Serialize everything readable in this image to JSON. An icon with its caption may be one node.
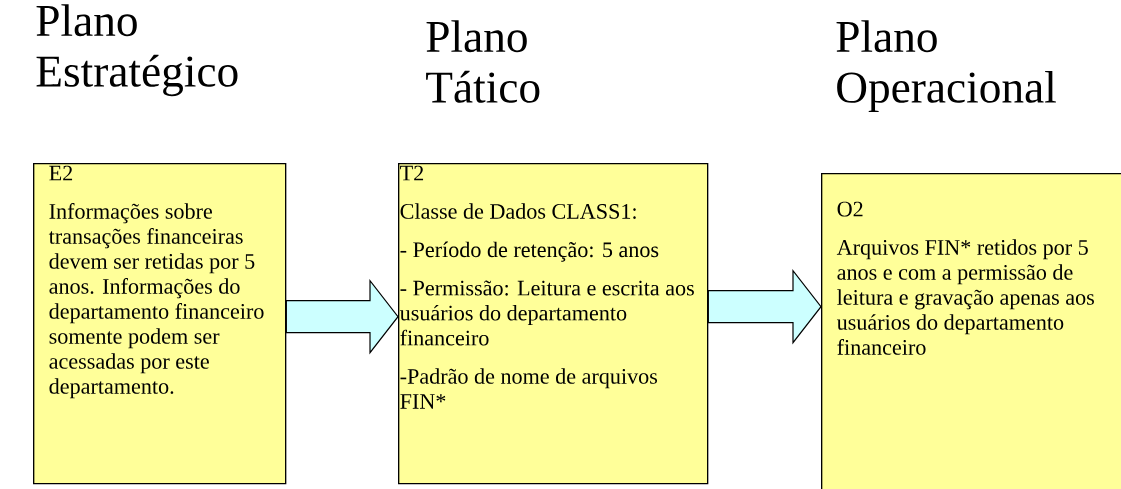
{
  "diagram": {
    "nodes": [
      {
        "text": [
          "E2",
          "Informações sobre transações financeiras devem ser retidas por 5 anos. Informações do departamento financeiro somente podem ser acessadas por este departamento."
        ]
      },
      {
        "text": [
          "T2",
          "Classe de Dados CLASS1:",
          "- Período de retenção: 5 anos",
          "- Permissão: Leitura e escrita aos usuários do departamento financeiro",
          "-Padrão de nome de arquivos FIN*"
        ]
      },
      {
        "text": [
          "O2",
          "Arquivos FIN* retidos por 5 anos e com a permissão de leitura e gravação apenas aos usuários do departamento financeiro"
        ]
      }
    ],
    "edges": [
      {
        "from": 0,
        "to": 1,
        "arrow": "to"
      },
      {
        "from": 1,
        "to": 2,
        "arrow": "to"
      }
    ],
    "labels": [
      "Plano Estratégico",
      "Plano Tático",
      "Plano Operacional"
    ]
  }
}
